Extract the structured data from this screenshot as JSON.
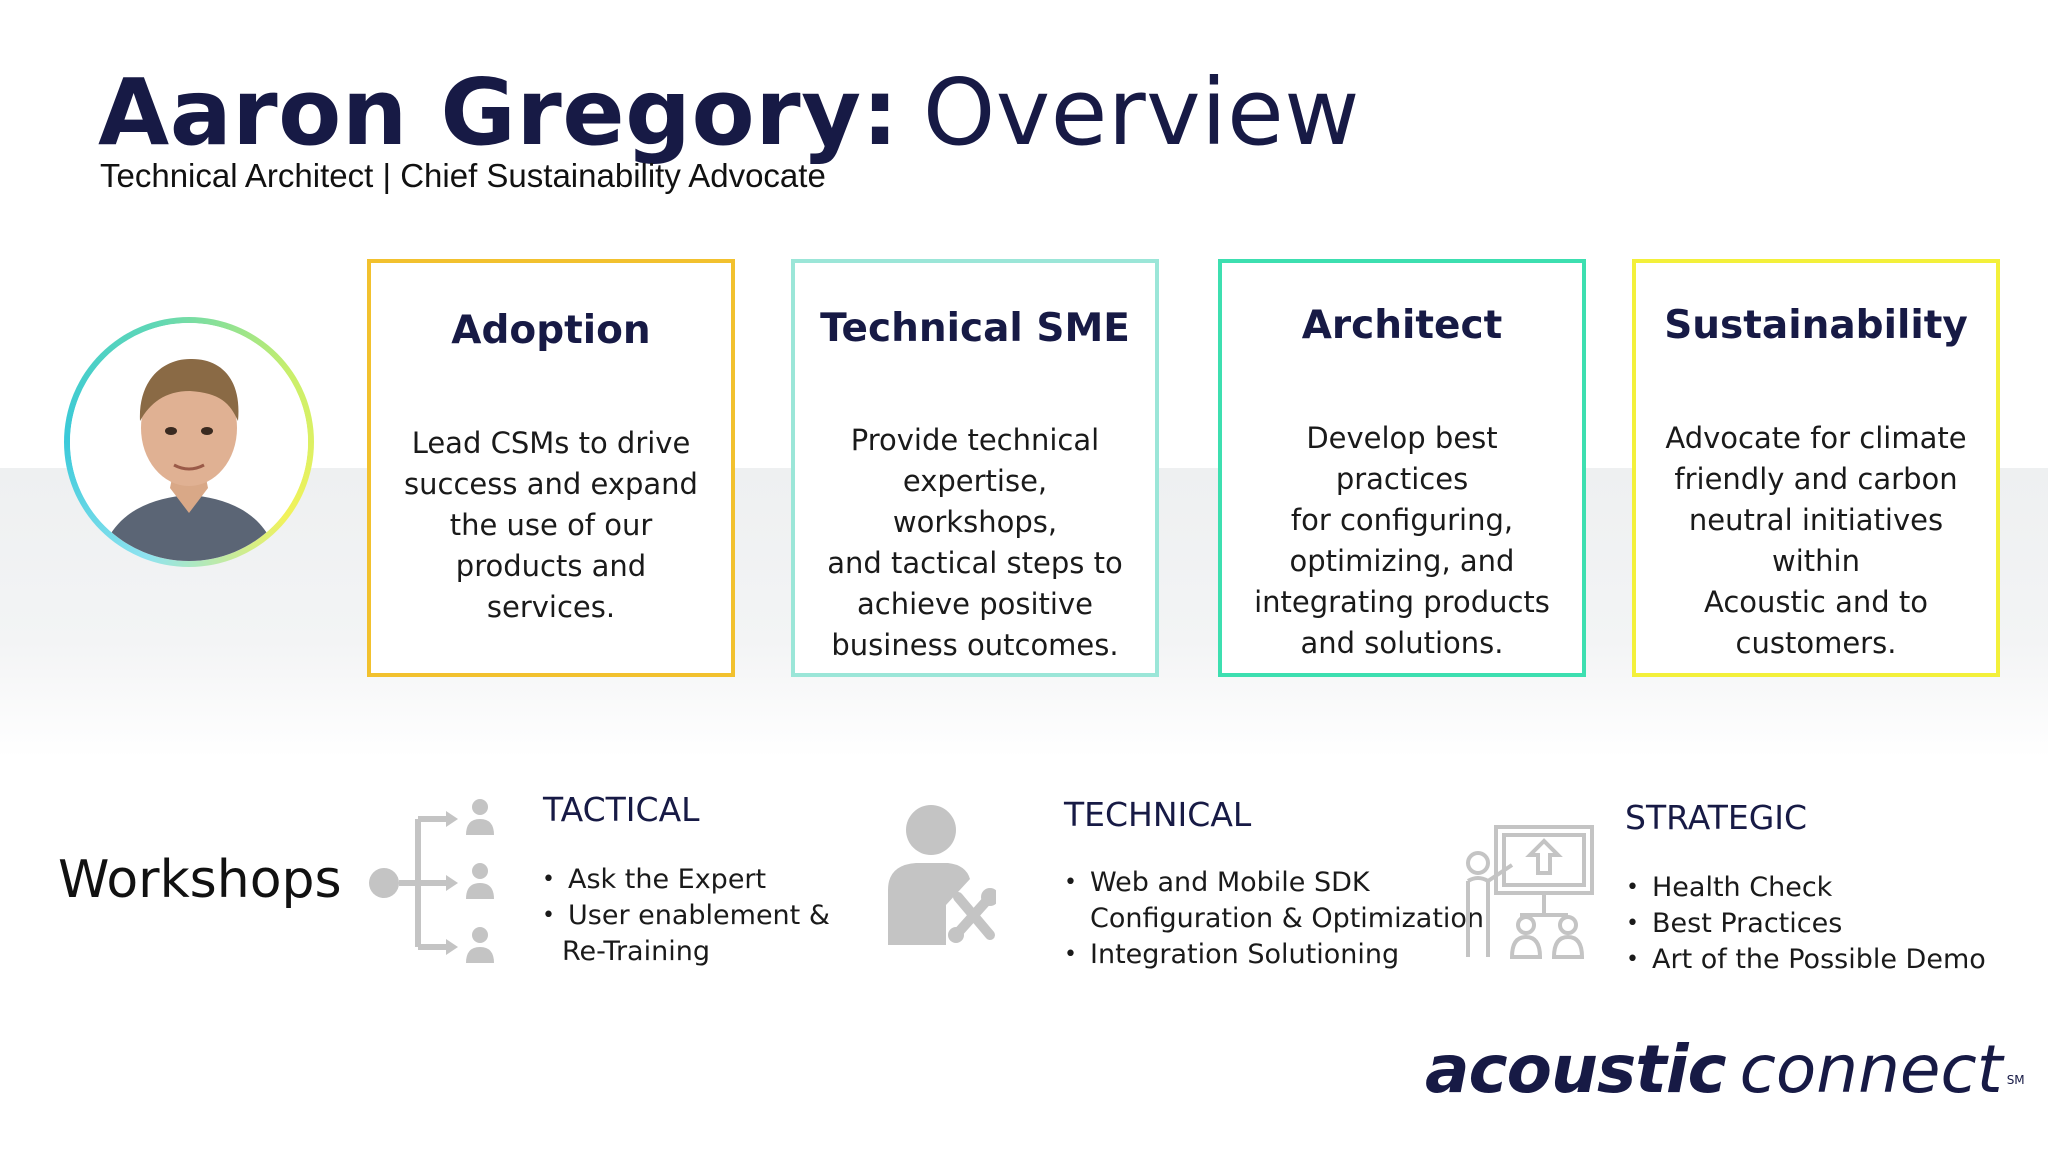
{
  "slide": {
    "title_name": "Aaron Gregory:",
    "title_rest": "Overview",
    "subtitle": "Technical Architect | Chief Sustainability Advocate"
  },
  "colors": {
    "navy": "#171a45",
    "adoption_border": "#f2c12e",
    "technical_sme_border": "#9be6d8",
    "architect_border": "#3ddfb0",
    "sustainability_border": "#f3f03a",
    "icon_gray": "#c4c4c4"
  },
  "cards": [
    {
      "title": "Adoption",
      "lines": [
        "Lead CSMs to drive",
        "success and expand",
        "the use of our",
        "products and",
        "services."
      ]
    },
    {
      "title": "Technical SME",
      "lines": [
        "Provide technical",
        "expertise, workshops,",
        "and tactical steps to",
        "achieve positive",
        "business outcomes."
      ]
    },
    {
      "title": "Architect",
      "lines": [
        "Develop best practices",
        "for configuring,",
        "optimizing, and",
        "integrating products",
        "and solutions."
      ]
    },
    {
      "title": "Sustainability",
      "lines": [
        "Advocate for climate",
        "friendly and carbon",
        "neutral initiatives within",
        "Acoustic and to",
        "customers."
      ]
    }
  ],
  "workshops": {
    "label": "Workshops",
    "categories": [
      {
        "title": "TACTICAL",
        "icon": "hierarchy-people-icon",
        "bullets": [
          "Ask the Expert",
          "User enablement &  \nRe-Training"
        ]
      },
      {
        "title": "TECHNICAL",
        "icon": "person-tools-icon",
        "bullets": [
          "Web and Mobile SDK\nConfiguration & Optimization",
          "Integration Solutioning"
        ]
      },
      {
        "title": "STRATEGIC",
        "icon": "presentation-board-icon",
        "bullets": [
          "Health Check",
          "Best Practices",
          "Art of the Possible Demo"
        ]
      }
    ]
  },
  "logo": {
    "bold": "acoustic",
    "light": "connect",
    "mark": "SM"
  }
}
